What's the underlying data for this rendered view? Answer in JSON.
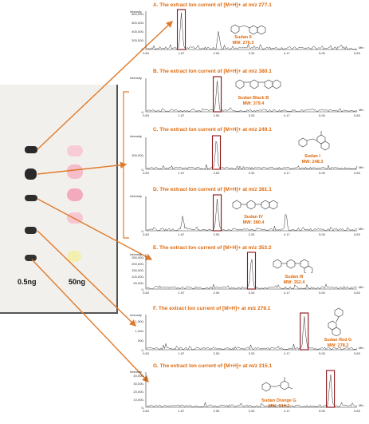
{
  "plate": {
    "label_left": "0.5ng",
    "label_right": "50ng",
    "spots_left": [
      {
        "name": "spot-1"
      },
      {
        "name": "spot-2"
      },
      {
        "name": "spot-3"
      },
      {
        "name": "spot-4"
      },
      {
        "name": "spot-5"
      }
    ],
    "spots_right_colors": [
      "#f8c8d4",
      "#f5b8c6",
      "#f5a8bc",
      "#f7c4d0",
      "#f3f0b0"
    ]
  },
  "colors": {
    "accent": "#e06a0c",
    "box": "#8b0f15",
    "trace": "#333333",
    "arrow": "#e07a2a"
  },
  "x_ticks": [
    "0.83",
    "1.67",
    "2.50",
    "3.33",
    "4.17",
    "5.00",
    "5.83"
  ],
  "x_unit": "Min",
  "y_axis_label": "Intensity",
  "panels": [
    {
      "title": "A. The extract Ion current of [M+H]+ at m/z 277.1",
      "y_ticks": [
        "800,000-",
        "600,000-",
        "400,000-",
        "200,000-",
        "0-"
      ],
      "compound": "Sudan II",
      "mw": "MW: 276.3",
      "chart_data": {
        "type": "line",
        "peak_time": 1.67,
        "peak_rel": 1.0,
        "minor_peaks": [
          {
            "t": 2.55,
            "rel": 0.5
          }
        ]
      }
    },
    {
      "title": "B. The extract Ion current of [M+H]+ at m/z 380.1",
      "y_ticks": [
        "0-"
      ],
      "compound": "Sudan Black B",
      "mw": "MW: 379.4",
      "chart_data": {
        "type": "line",
        "peak_time": 2.52,
        "peak_rel": 1.0,
        "minor_peaks": []
      }
    },
    {
      "title": "C. The extract Ion current of [M+H]+ at m/z 249.1",
      "y_ticks": [
        "200,000-",
        "0-"
      ],
      "compound": "Sudan I",
      "mw": "MW: 248.3",
      "chart_data": {
        "type": "line",
        "peak_time": 2.5,
        "peak_rel": 1.0,
        "minor_peaks": []
      }
    },
    {
      "title": "D. The extract Ion current of [M+H]+ at m/z 381.1",
      "y_ticks": [
        "0-"
      ],
      "compound": "Sudan IV",
      "mw": "MW: 380.4",
      "chart_data": {
        "type": "line",
        "peak_time": 2.52,
        "peak_rel": 1.0,
        "minor_peaks": [
          {
            "t": 1.7,
            "rel": 0.45
          },
          {
            "t": 4.15,
            "rel": 0.55
          }
        ]
      }
    },
    {
      "title": "E. The extract Ion current of [M+H]+ at m/z 353.2",
      "y_ticks": [
        "250,000-",
        "200,000-",
        "150,000-",
        "100,000-",
        "50,000-",
        "0-"
      ],
      "compound": "Sudan III",
      "mw": "MW: 352.4",
      "chart_data": {
        "type": "line",
        "peak_time": 3.33,
        "peak_rel": 1.0,
        "minor_peaks": []
      }
    },
    {
      "title": "F. The extract Ion current of [M+H]+ at m/z 279.1",
      "y_ticks": [
        "1,500-",
        "1,000-",
        "500-",
        "0-"
      ],
      "compound": "Sudan Red G",
      "mw": "MW: 278.3",
      "chart_data": {
        "type": "line",
        "peak_time": 4.58,
        "peak_rel": 1.0,
        "minor_peaks": []
      }
    },
    {
      "title": "G. The extract Ion current of [M+H]+ at m/z 215.1",
      "y_ticks": [
        "40,000-",
        "30,000-",
        "20,000-",
        "10,000-",
        "0-"
      ],
      "compound": "Sudan Orange G",
      "mw": "MW: 214.2",
      "chart_data": {
        "type": "line",
        "peak_time": 5.2,
        "peak_rel": 1.0,
        "minor_peaks": []
      }
    }
  ]
}
